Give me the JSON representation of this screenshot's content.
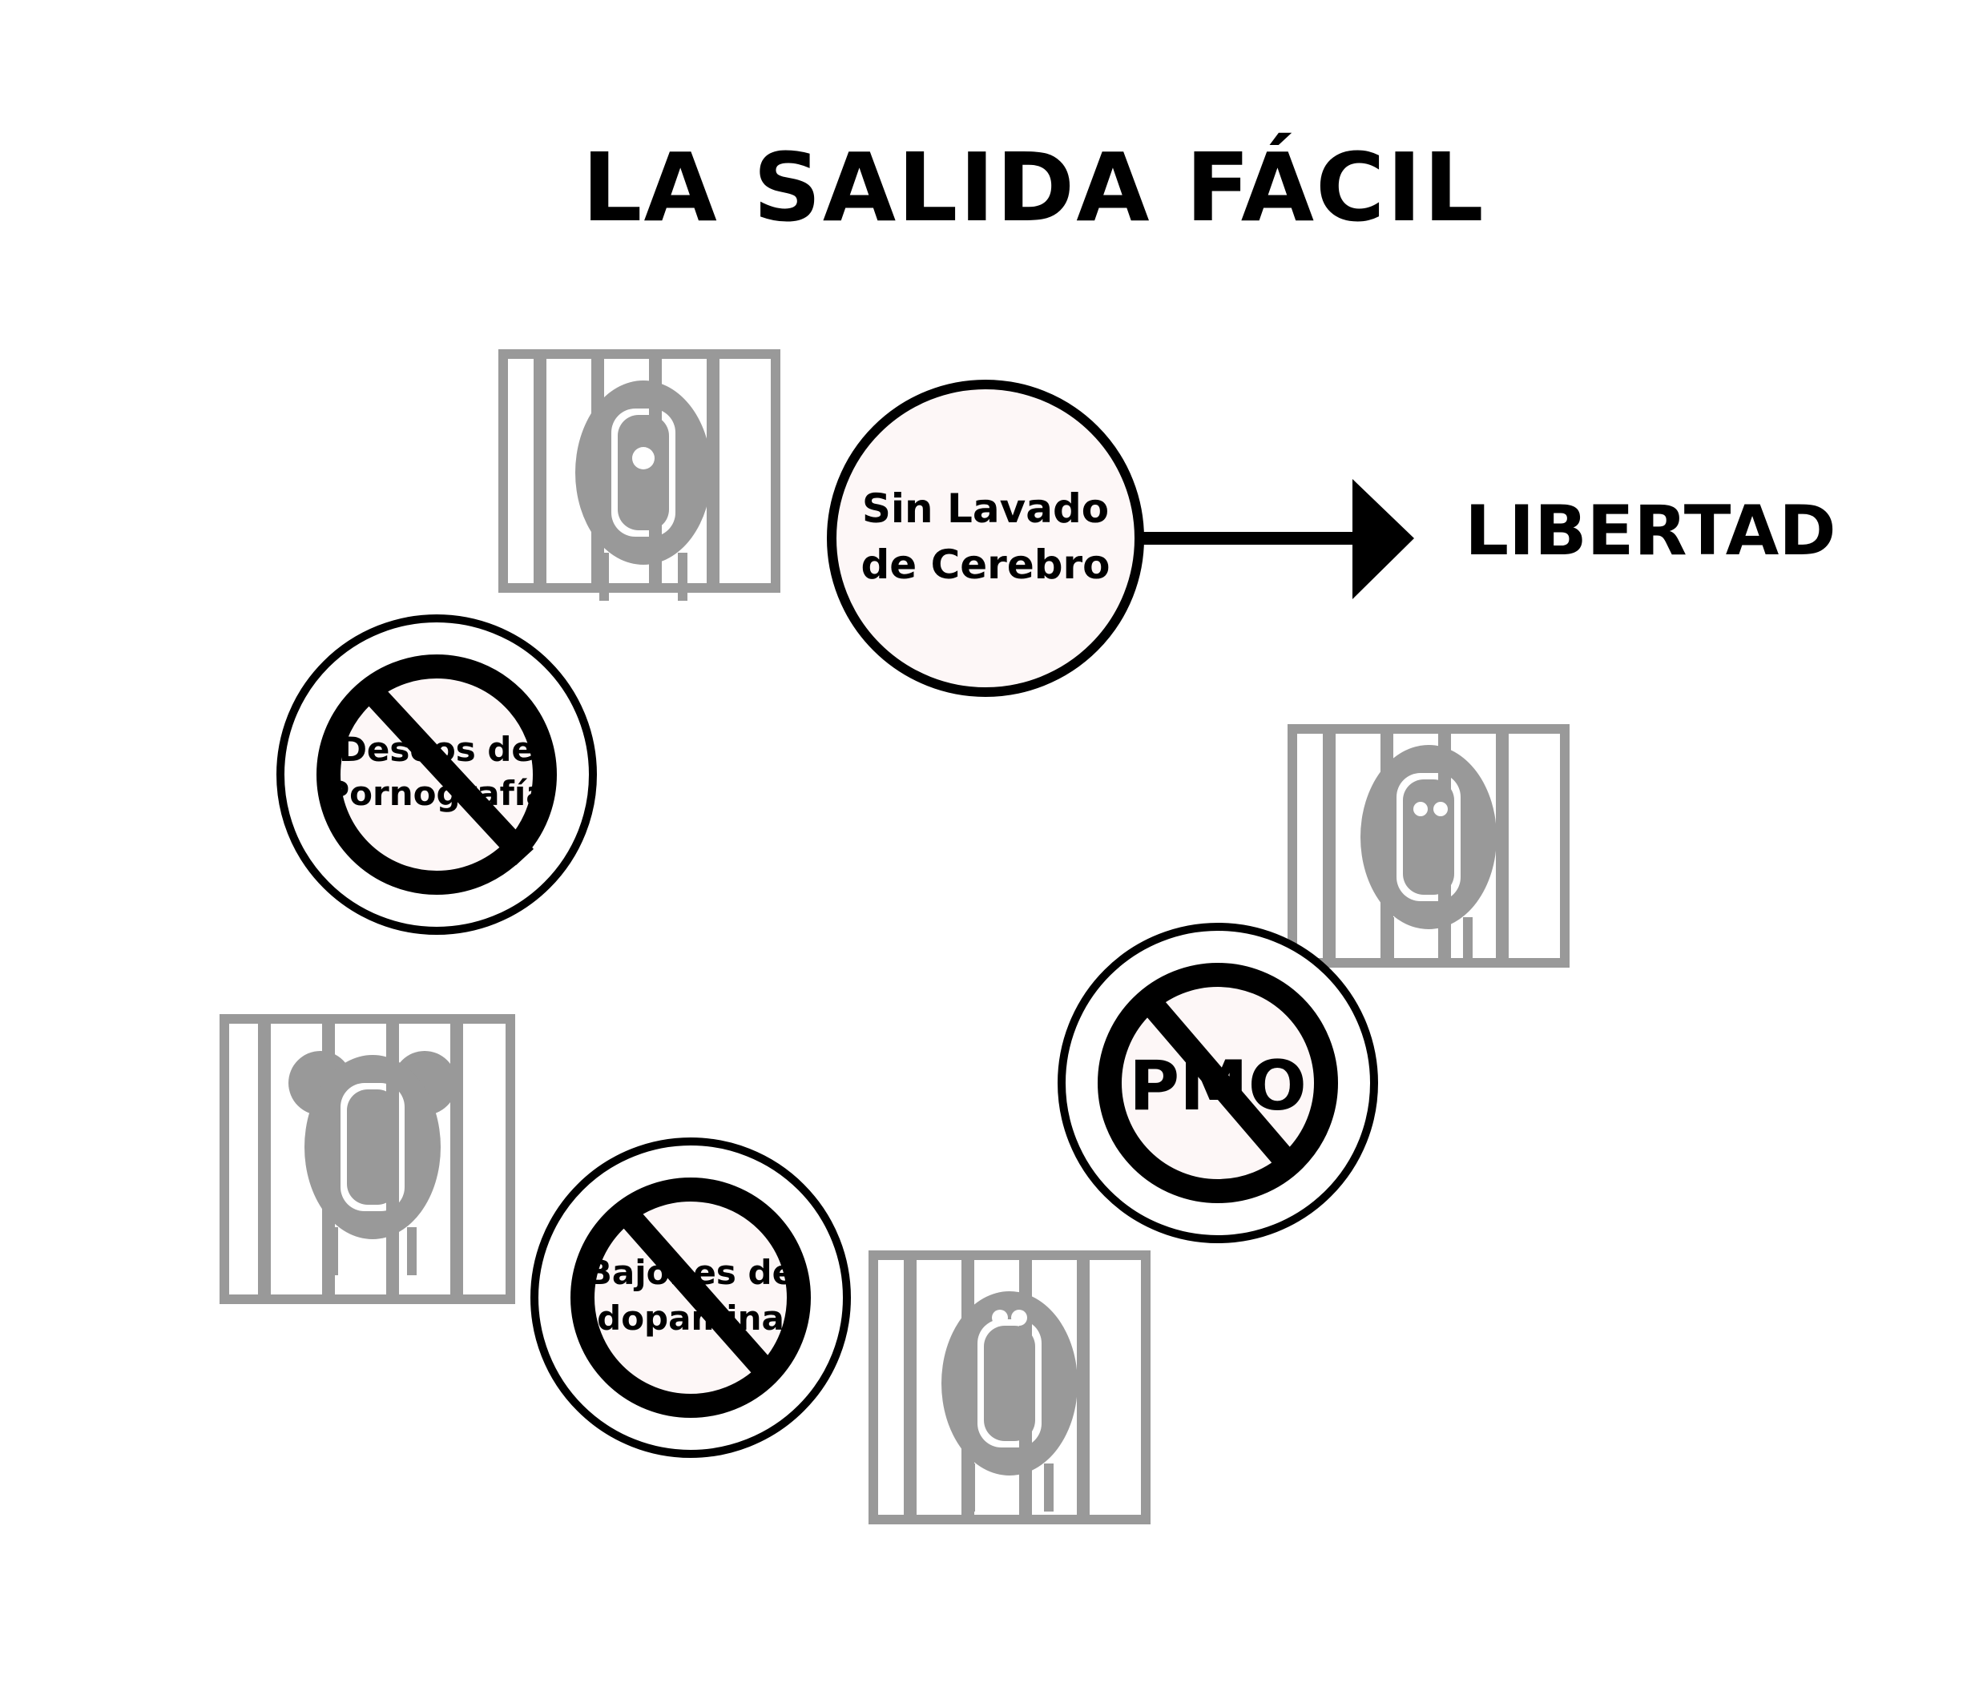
{
  "title": "LA SALIDA FÁCIL",
  "center_circle": {
    "line1": "Sin Lavado",
    "line2": "de Cerebro"
  },
  "goal_label": "LIBERTAD",
  "prohibited": [
    {
      "id": "deseos",
      "line1": "Deseos de",
      "line2": "Pornografía"
    },
    {
      "id": "pmo",
      "line1": "PMO",
      "line2": ""
    },
    {
      "id": "bajones",
      "line1": "Bajones de",
      "line2": "dopamina"
    }
  ],
  "colors": {
    "ink": "#000000",
    "cage": "#999999",
    "circle_fill": "#fdf7f7",
    "background": "#ffffff"
  },
  "icons": [
    "caged-monster-icon",
    "no-sign-icon",
    "arrow-right-icon"
  ]
}
